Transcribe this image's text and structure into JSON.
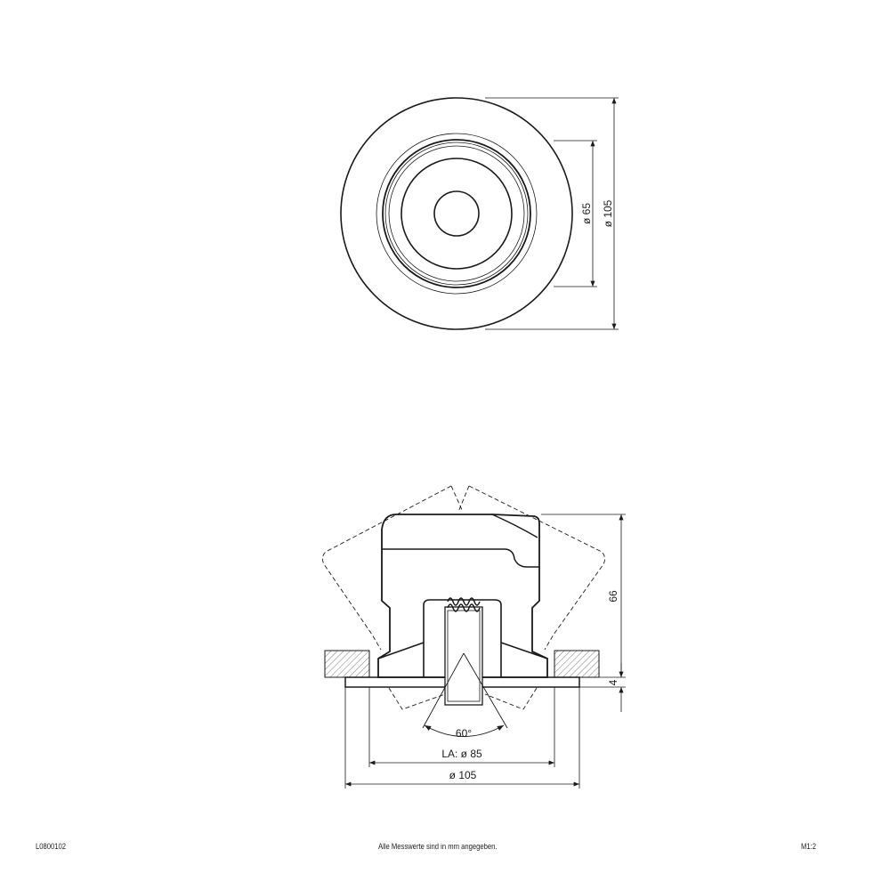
{
  "drawing": {
    "top_view": {
      "dim_inner": "ø 65",
      "dim_outer": "ø 105"
    },
    "side_view": {
      "dim_height": "66",
      "dim_flange": "4",
      "dim_angle": "60°",
      "dim_cutout": "LA: ø 85",
      "dim_diameter": "ø 105"
    }
  },
  "footer": {
    "article_number": "L0800102",
    "note": "Alle Messwerte sind in mm angegeben.",
    "scale": "M1:2"
  },
  "colors": {
    "line": "#1a1a1a",
    "background": "#ffffff"
  }
}
